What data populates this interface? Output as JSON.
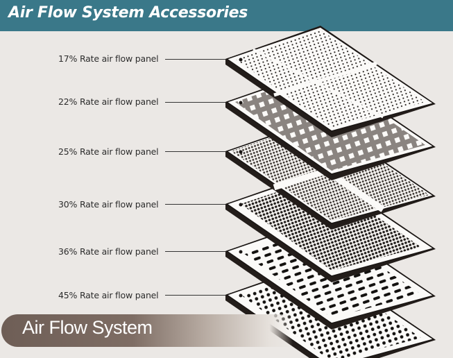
{
  "header": {
    "title": "Air Flow System Accessories",
    "background": "#3a7889"
  },
  "panels": [
    {
      "label": "17% Rate air flow panel",
      "rate": "17%",
      "pattern": "dot-strips"
    },
    {
      "label": "22% Rate air flow panel",
      "rate": "22%",
      "pattern": "grid-squares"
    },
    {
      "label": "25% Rate air flow panel",
      "rate": "25%",
      "pattern": "fine-mesh-quadrants"
    },
    {
      "label": "30% Rate air flow panel",
      "rate": "30%",
      "pattern": "dense-mesh"
    },
    {
      "label": "36% Rate air flow panel",
      "rate": "36%",
      "pattern": "oblong-slots"
    },
    {
      "label": "45% Rate air flow panel",
      "rate": "45%",
      "pattern": "round-holes"
    }
  ],
  "footer": {
    "title": "Air Flow System",
    "band_color": "#6e5e56"
  }
}
